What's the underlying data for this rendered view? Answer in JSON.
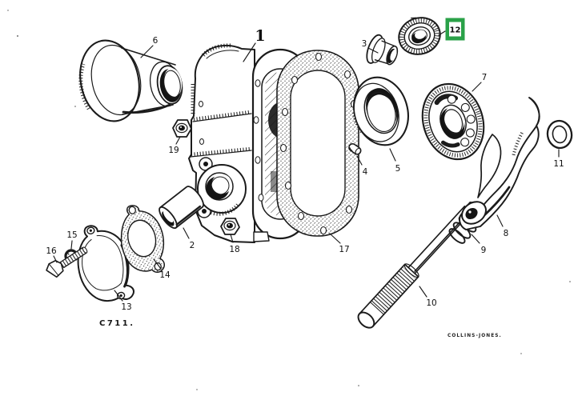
{
  "figure": {
    "drawing_code": "C711.",
    "artist_signature": "COLLINS-JONES.",
    "highlighted_part": "12",
    "highlight_color": "#2aa148",
    "ink_color": "#1b1b1b",
    "background_color": "#ffffff"
  },
  "part_labels": {
    "1": "1",
    "2": "2",
    "3": "3",
    "4": "4",
    "5": "5",
    "6": "6",
    "7": "7",
    "8": "8",
    "9": "9",
    "10": "10",
    "11": "11",
    "12": "12",
    "13": "13",
    "14": "14",
    "15": "15",
    "16": "16",
    "17": "17",
    "18": "18",
    "19": "19"
  }
}
